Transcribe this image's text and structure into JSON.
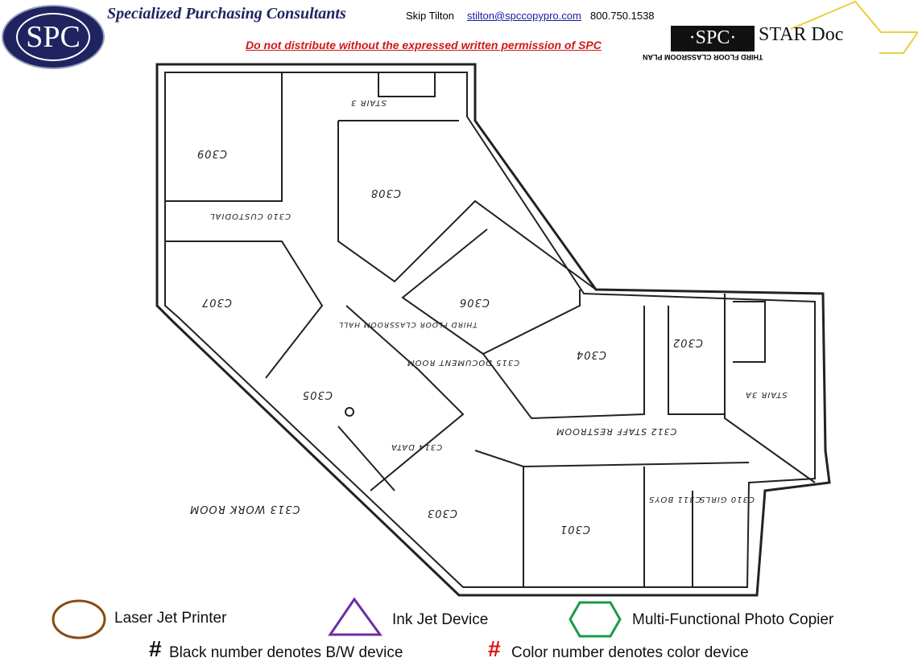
{
  "header": {
    "logo_text": "SPC",
    "company": "Specialized Purchasing Consultants",
    "contact_name": "Skip Tilton",
    "contact_email": "stilton@spccopypro.com",
    "contact_phone": "800.750.1538",
    "warning": "Do not distribute without the expressed written permission of SPC",
    "star_logo_left": "·SPC·",
    "star_logo_right": "STAR Doc",
    "plan_title": "THIRD FLOOR CLASSROOM PLAN"
  },
  "rooms": [
    "C309",
    "C308",
    "C310 CUSTODIAL",
    "C307",
    "C306",
    "THIRD FLOOR CLASSROOM HALL",
    "C305",
    "C315 DOCUMENT ROOM",
    "C314 DATA",
    "C313 WORK ROOM",
    "C304",
    "C302",
    "C312 STAFF RESTROOM",
    "STAIR 3A",
    "STAIR 3",
    "C303",
    "C301",
    "C311 BOYS",
    "C310 GIRLS"
  ],
  "legend": {
    "laser": "Laser Jet Printer",
    "inkjet": "Ink Jet Device",
    "mfp": "Multi-Functional Photo Copier",
    "bw_symbol": "#",
    "bw": "Black number denotes B/W device",
    "color_symbol": "#",
    "color": "Color number denotes color device",
    "colors": {
      "laser": "#8b4a12",
      "inkjet": "#6a2fa0",
      "mfp": "#1a9a4a",
      "color_num": "#e01010"
    }
  }
}
